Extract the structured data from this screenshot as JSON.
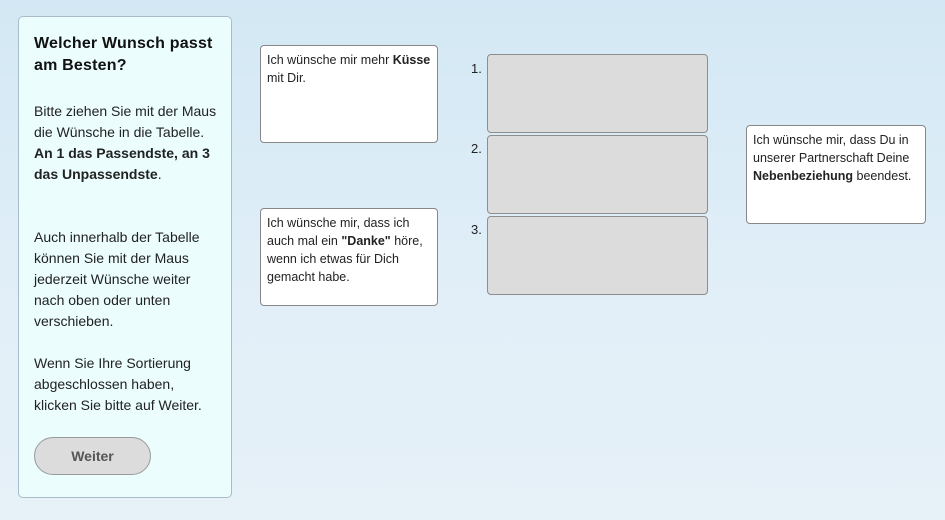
{
  "instructions": {
    "title": "Welcher Wunsch passt am Besten?",
    "paragraphs": [
      [
        {
          "t": "Bitte ziehen Sie mit der Maus die Wünsche in die Tabelle. "
        },
        {
          "t": "An 1 das Passendste, an 3 das Unpassendste",
          "b": true
        },
        {
          "t": "."
        }
      ],
      [
        {
          "t": "Auch innerhalb der Tabelle können Sie mit der Maus jederzeit Wünsche weiter nach oben oder unten verschieben."
        }
      ],
      [
        {
          "t": "Wenn Sie Ihre Sortierung abgeschlossen haben, klicken Sie bitte auf Weiter."
        }
      ]
    ],
    "next_button": "Weiter"
  },
  "cards": [
    [
      {
        "t": "Ich wünsche mir mehr "
      },
      {
        "t": "Küsse",
        "b": true
      },
      {
        "t": " mit Dir."
      }
    ],
    [
      {
        "t": "Ich wünsche mir, dass ich auch mal ein "
      },
      {
        "t": "\"Danke\"",
        "b": true
      },
      {
        "t": " höre, wenn ich etwas für Dich gemacht habe."
      }
    ],
    [
      {
        "t": "Ich wünsche mir, dass Du in unserer Partnerschaft Deine "
      },
      {
        "t": "Nebenbeziehung",
        "b": true
      },
      {
        "t": " beendest."
      }
    ]
  ],
  "ranking": {
    "labels": [
      "1.",
      "2.",
      "3."
    ]
  }
}
